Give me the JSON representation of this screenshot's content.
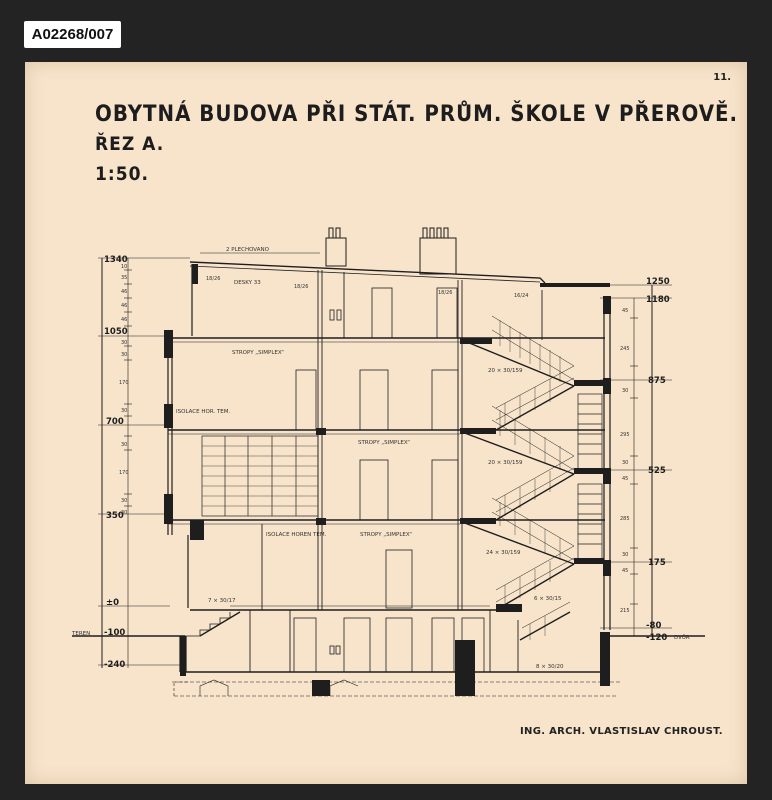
{
  "archive_id": "A02268/007",
  "sheet_number": "11.",
  "title": {
    "line1": "OBYTNÁ BUDOVA PŘI STÁT. PRŮM. ŠKOLE V PŘEROVĚ.",
    "line2": "ŘEZ A.",
    "line3": "1:50."
  },
  "author": "ING. ARCH. VLASTISLAV CHROUST.",
  "levels_left": [
    "1340",
    "1050",
    "700",
    "350",
    "±0",
    "-100",
    "-240"
  ],
  "levels_right": [
    "1250",
    "1180",
    "875",
    "525",
    "175",
    "-80",
    "-120"
  ],
  "terrain_label": "TEREN",
  "terrain_right_label": "DVŮR",
  "notes": {
    "roof_sheet": "2 PLECHOVANO",
    "roof_boards": "DESKY 33",
    "ceiling_3": "STROPY „SIMPLEX“",
    "insulation_2": "ISOLACE HOR. TEM.",
    "ceiling_2": "STROPY „SIMPLEX“",
    "insulation_1": "ISOLACE HOREN TEM.",
    "ceiling_1": "STROPY „SIMPLEX“",
    "stair_3": "20 × 30/159",
    "stair_2": "20 × 30/159",
    "stair_1": "24 × 30/159",
    "stair_ground": "6 × 30/15",
    "stair_basement": "8 × 30/20",
    "stair_entry": "7 × 30/17",
    "roof_frac_1": "18/26",
    "roof_frac_2": "18/26",
    "roof_frac_3": "18/26",
    "roof_frac_4": "16/24"
  },
  "dims_left": [
    "10",
    "35",
    "46",
    "46",
    "46",
    "30",
    "30",
    "170",
    "30",
    "30",
    "170",
    "30",
    "30"
  ],
  "dims_right": [
    "45",
    "245",
    "30",
    "295",
    "30",
    "45",
    "285",
    "30",
    "45",
    "215"
  ]
}
